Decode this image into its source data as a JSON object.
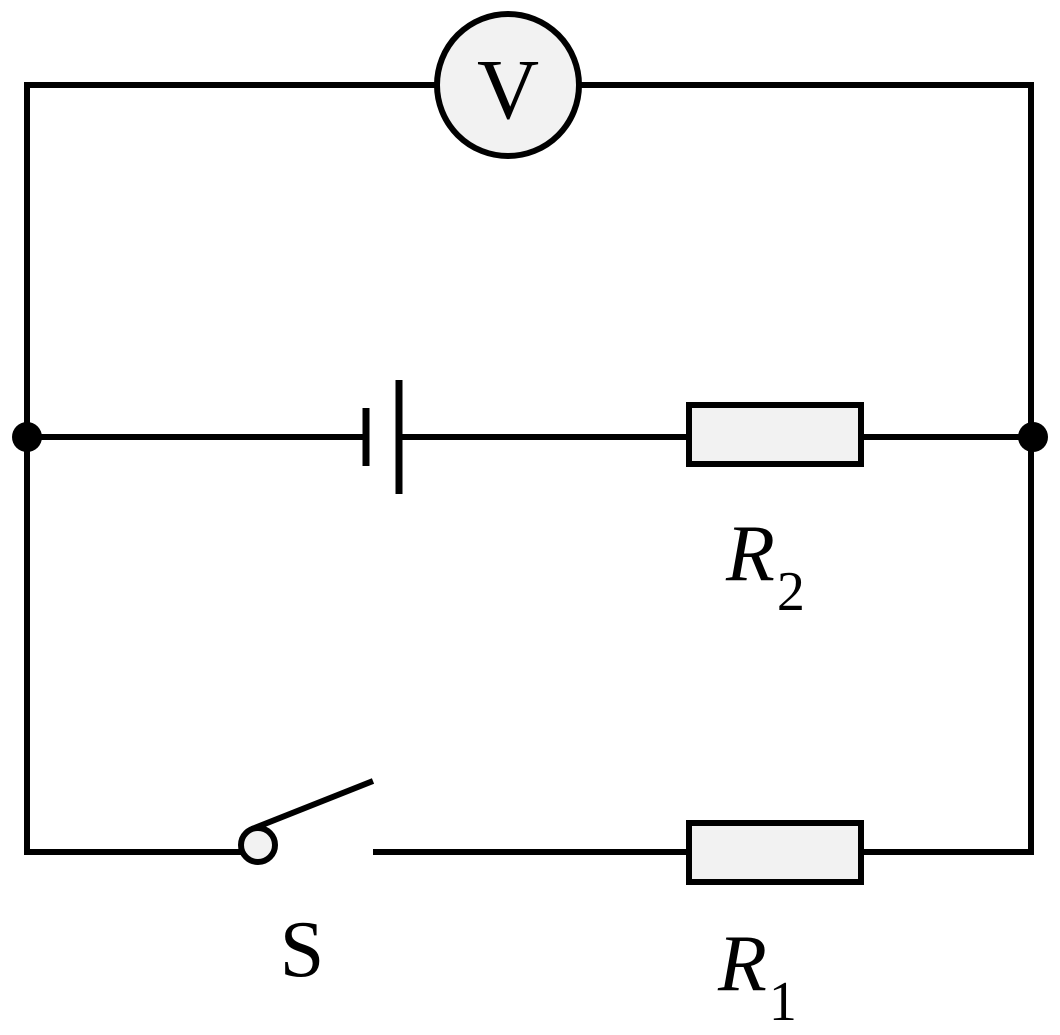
{
  "colors": {
    "wire": "#000000",
    "component_fill": "#f2f2f2",
    "background": "#ffffff"
  },
  "components": {
    "voltmeter": {
      "symbol": "V"
    },
    "resistor_2": {
      "label_main": "R",
      "label_sub": "2"
    },
    "resistor_1": {
      "label_main": "R",
      "label_sub": "1"
    },
    "switch": {
      "label": "S",
      "state": "open"
    },
    "battery": {
      "type": "single-cell"
    }
  }
}
